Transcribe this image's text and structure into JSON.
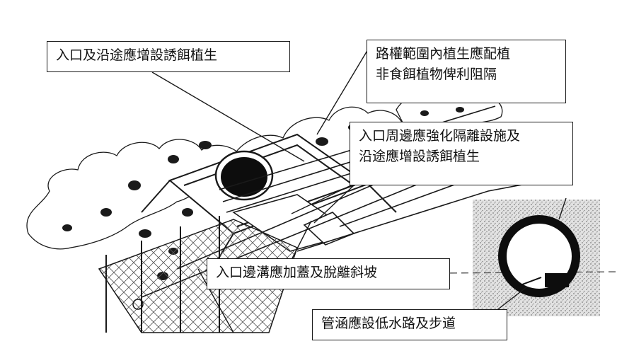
{
  "diagram": {
    "callouts": {
      "entrance_bait": {
        "lines": [
          "入口及沿途應增設誘餌植生"
        ]
      },
      "right_of_way": {
        "lines": [
          "路權範圍內植生應配植",
          "非食餌植物俾利阻隔"
        ]
      },
      "isolation": {
        "lines": [
          "入口周邊應強化隔離設施及",
          "沿途應增設誘餌植生"
        ]
      },
      "ditch_cover": {
        "lines": [
          "入口邊溝應加蓋及脫離斜坡"
        ]
      },
      "culvert_walkway": {
        "lines": [
          "管涵應設低水路及步道"
        ]
      }
    },
    "colors": {
      "ink": "#1a1a1a",
      "paper": "#ffffff",
      "stipple": "#9a9a9a"
    }
  }
}
